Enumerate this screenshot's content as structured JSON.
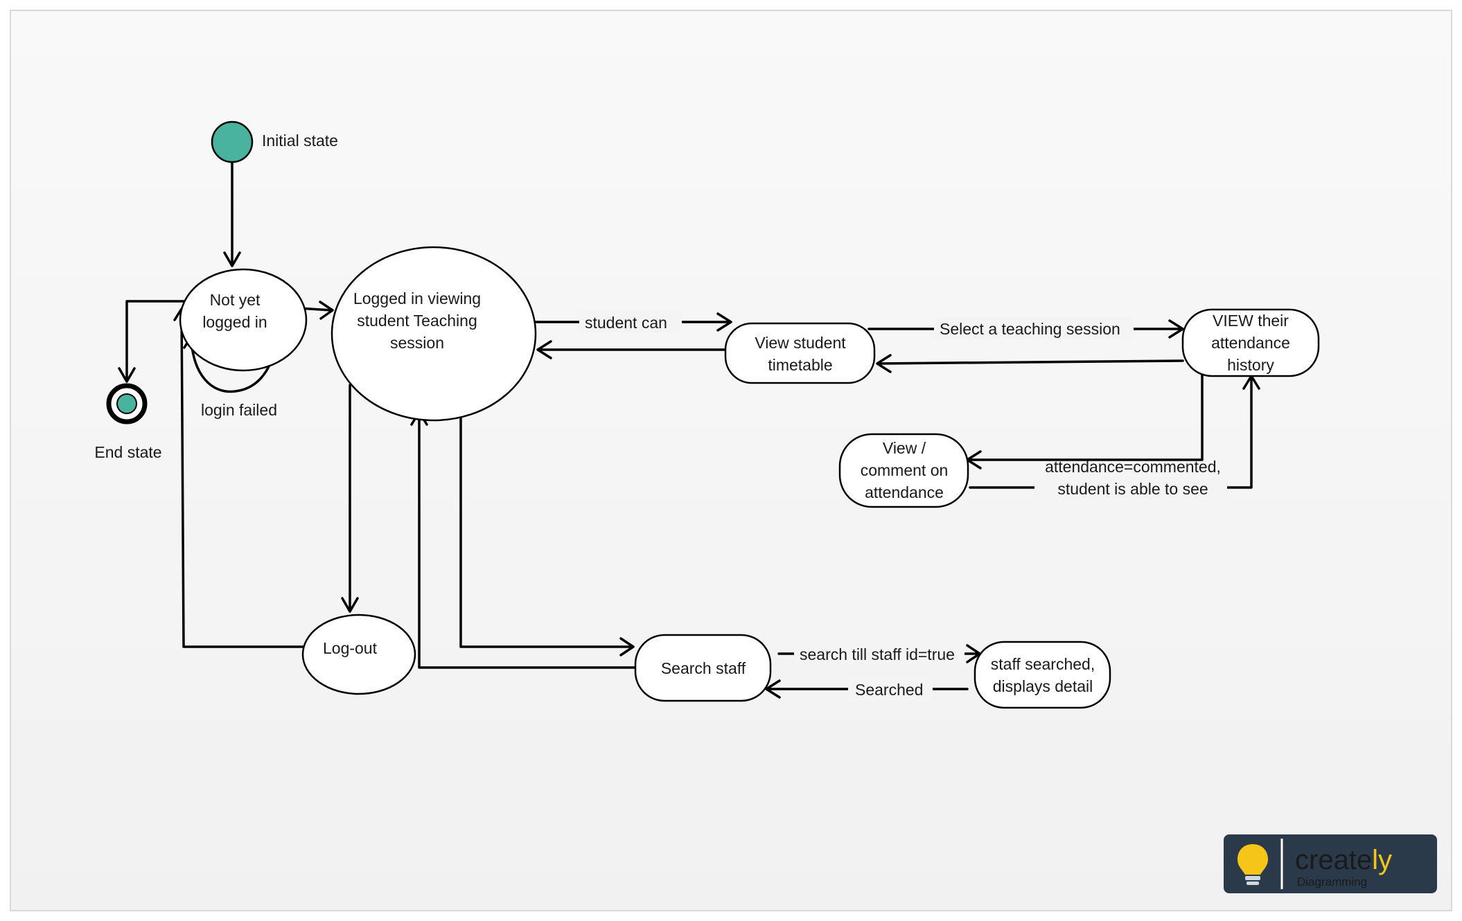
{
  "diagram": {
    "states": {
      "initial": "Initial state",
      "end": "End state",
      "not_logged_in": [
        "Not yet",
        "logged in"
      ],
      "logged_in": [
        "Logged in viewing",
        "student Teaching",
        "session"
      ],
      "view_timetable": [
        "View student",
        "timetable"
      ],
      "view_history": [
        "VIEW their",
        "attendance",
        "history"
      ],
      "view_comment": [
        "View /",
        "comment on",
        "attendance"
      ],
      "logout": "Log-out",
      "search_staff": "Search staff",
      "staff_searched": [
        "staff searched,",
        "displays detail"
      ]
    },
    "transitions": {
      "login_failed": "login failed",
      "student_can": "student  can",
      "select_session": "Select a teaching session",
      "attendance_commented": [
        "attendance=commented,",
        "student  is able to see"
      ],
      "search_till": "search till staff id=true",
      "searched": "Searched"
    },
    "colors": {
      "state_fill": "#4ab3a0",
      "line": "#000000"
    }
  },
  "branding": {
    "logo_name": "bulb-icon",
    "logo_word": "creately",
    "logo_sub": "Diagramming"
  }
}
